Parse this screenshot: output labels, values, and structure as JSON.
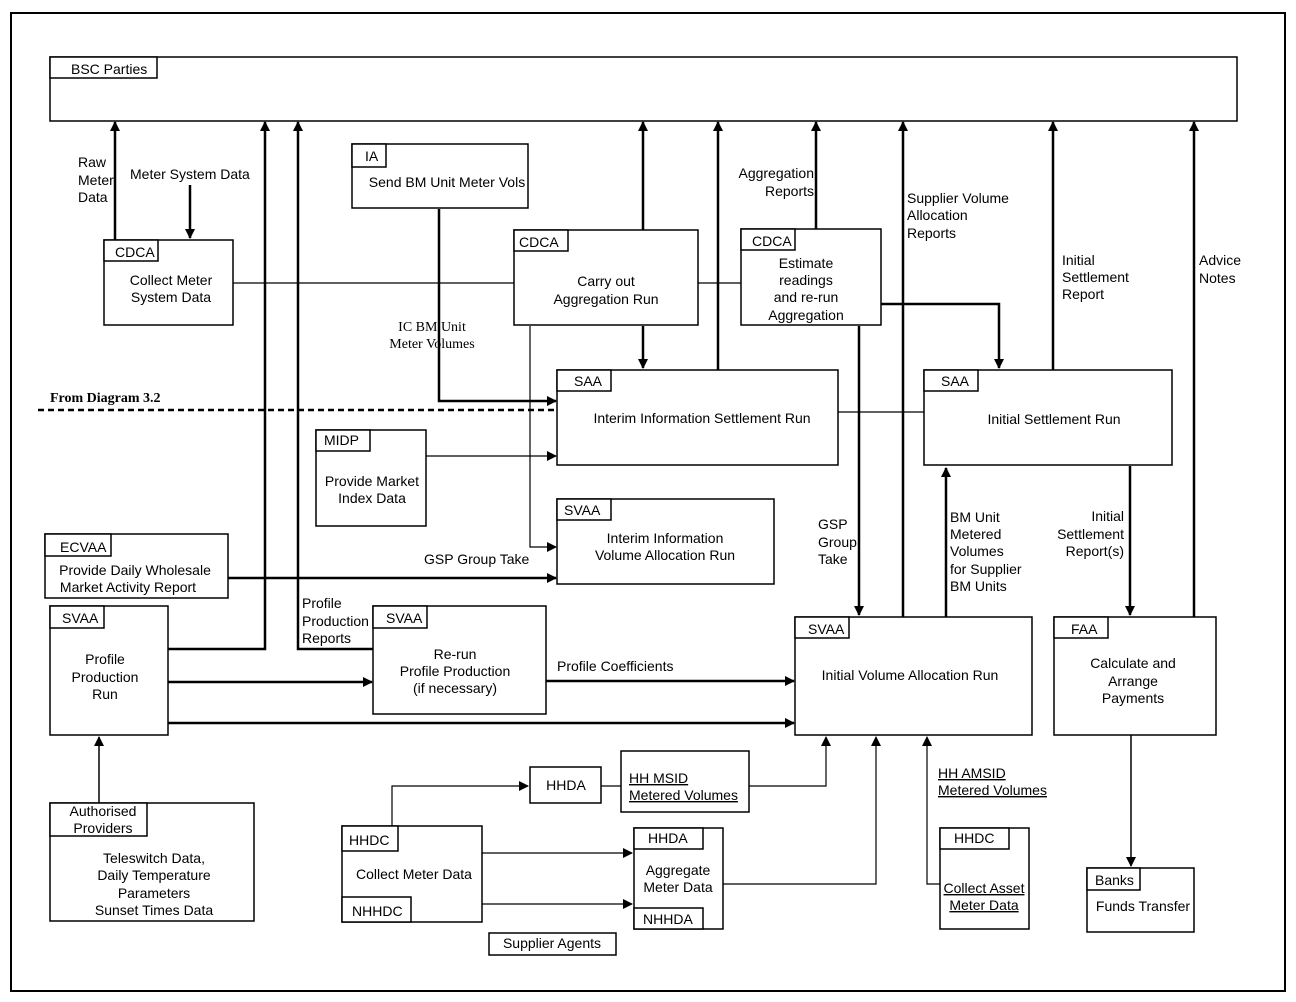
{
  "bsc_parties": {
    "tag": "BSC Parties"
  },
  "processes": {
    "ia": {
      "tag": "IA",
      "lines": [
        "Send BM Unit Meter Vols"
      ]
    },
    "cdca_collect": {
      "tag": "CDCA",
      "lines": [
        "Collect Meter",
        "System Data"
      ]
    },
    "cdca_agg": {
      "tag": "CDCA",
      "lines": [
        "Carry out",
        "Aggregation Run"
      ]
    },
    "cdca_est": {
      "tag": "CDCA",
      "lines": [
        "Estimate",
        "readings",
        "and re-run",
        "Aggregation"
      ]
    },
    "saa_interim": {
      "tag": "SAA",
      "lines": [
        "Interim Information Settlement Run"
      ]
    },
    "saa_initial": {
      "tag": "SAA",
      "lines": [
        "Initial Settlement Run"
      ]
    },
    "midp": {
      "tag": "MIDP",
      "lines": [
        "Provide Market",
        "Index Data"
      ]
    },
    "svaa_interim": {
      "tag": "SVAA",
      "lines": [
        "Interim Information",
        "Volume Allocation Run"
      ]
    },
    "ecvaa": {
      "tag": "ECVAA",
      "lines": [
        "Provide Daily Wholesale",
        "Market Activity Report"
      ]
    },
    "svaa_profile": {
      "tag": "SVAA",
      "lines": [
        "Profile",
        "Production",
        "Run"
      ]
    },
    "svaa_rerun": {
      "tag": "SVAA",
      "lines": [
        "Re-run",
        "Profile Production",
        "(if necessary)"
      ]
    },
    "svaa_initial": {
      "tag": "SVAA",
      "lines": [
        "Initial Volume Allocation Run"
      ]
    },
    "faa": {
      "tag": "FAA",
      "lines": [
        "Calculate and",
        "Arrange",
        "Payments"
      ]
    },
    "authorised": {
      "tag_lines": [
        "Authorised",
        "Providers"
      ],
      "lines": [
        "Teleswitch Data,",
        "Daily Temperature",
        "Parameters",
        "Sunset Times Data"
      ]
    },
    "hhdc_collect": {
      "tag": "HHDC",
      "tag2": "NHHDC",
      "lines": [
        "Collect Meter Data"
      ]
    },
    "hhda_nhhda": {
      "tag": "HHDA",
      "tag2": "NHHDA",
      "lines": [
        "Aggregate",
        "Meter Data"
      ]
    },
    "hhdc_asset": {
      "tag": "HHDC",
      "lines": [
        "Collect Asset",
        "Meter Data"
      ]
    },
    "banks": {
      "tag": "Banks",
      "lines": [
        "Funds Transfer"
      ]
    }
  },
  "standalone": {
    "hhda": "HHDA",
    "hh_msid": [
      "HH MSID",
      "Metered Volumes"
    ],
    "supplier_agents": "Supplier Agents"
  },
  "labels": {
    "raw_meter_data": [
      "Raw",
      "Meter",
      "Data"
    ],
    "meter_system_data": "Meter System Data",
    "aggregation_reports": [
      "Aggregation",
      "Reports"
    ],
    "supplier_volume_allocation_reports": [
      "Supplier Volume",
      "Allocation",
      "Reports"
    ],
    "initial_settlement_report": [
      "Initial",
      "Settlement",
      "Report"
    ],
    "advice_notes": [
      "Advice",
      "Notes"
    ],
    "ic_bm_unit": [
      "IC BM Unit",
      "Meter Volumes"
    ],
    "from_diagram": "From Diagram 3.2",
    "gsp_group_take_h": "GSP Group Take",
    "gsp_group_take_v": [
      "GSP",
      "Group",
      "Take"
    ],
    "bm_unit_metered": [
      "BM Unit",
      "Metered",
      "Volumes",
      "for Supplier",
      "BM Units"
    ],
    "initial_settlement_reports": [
      "Initial",
      "Settlement",
      "Report(s)"
    ],
    "profile_production_reports": [
      "Profile",
      "Production",
      "Reports"
    ],
    "profile_coefficients": "Profile Coefficients",
    "hh_amsid": [
      "HH AMSID",
      "Metered Volumes"
    ]
  }
}
